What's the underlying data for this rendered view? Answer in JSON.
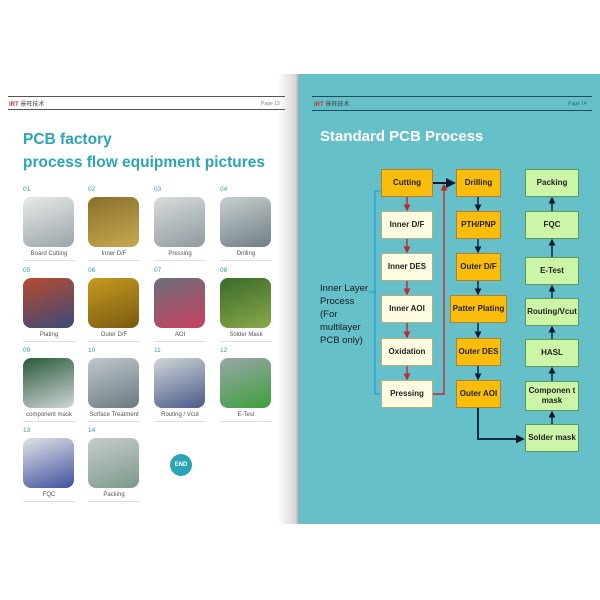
{
  "left_page": {
    "logo": {
      "brand": "IRT",
      "subtitle": "景旺技术"
    },
    "page_label": "Page 13",
    "title_line1": "PCB factory",
    "title_line2": "process flow equipment pictures",
    "tiles": [
      {
        "num": "01",
        "caption": "Board Cutting"
      },
      {
        "num": "02",
        "caption": "Inner D/F"
      },
      {
        "num": "03",
        "caption": "Pressing"
      },
      {
        "num": "04",
        "caption": "Drilling"
      },
      {
        "num": "05",
        "caption": "Plating"
      },
      {
        "num": "06",
        "caption": "Outer D/F"
      },
      {
        "num": "07",
        "caption": "AOI"
      },
      {
        "num": "08",
        "caption": "Solder Mask"
      },
      {
        "num": "09",
        "caption": "component mask"
      },
      {
        "num": "10",
        "caption": "Surface Treatment"
      },
      {
        "num": "11",
        "caption": "Routing / Vcut"
      },
      {
        "num": "12",
        "caption": "E-Test"
      },
      {
        "num": "13",
        "caption": "FQC"
      },
      {
        "num": "14",
        "caption": "Packing"
      }
    ],
    "end_label": "END"
  },
  "right_page": {
    "logo": {
      "brand": "IRT",
      "subtitle": "景旺技术"
    },
    "page_label": "Page 14",
    "title": "Standard PCB Process",
    "side_label": [
      "Inner Layer",
      "Process",
      "(For",
      "multilayer",
      "PCB only)"
    ],
    "colors": {
      "orange": "#fbbd0b",
      "cream": "#fefbe0",
      "green": "#ccf5a8",
      "teal": "#66c0ca",
      "red_arrow": "#c0282d",
      "dark_arrow": "#0a1a30",
      "bracket": "#1aa0e0"
    },
    "column1": [
      "Cutting",
      "Inner D/F",
      "Inner DES",
      "Inner AOI",
      "Oxidation",
      "Pressing"
    ],
    "column2": [
      "Drilling",
      "PTH/PNP",
      "Outer D/F",
      "Patter Plating",
      "Outer DES",
      "Outer AOI"
    ],
    "column3": [
      "Packing",
      "FQC",
      "E-Test",
      "Routing/Vcut",
      "HASL",
      "Componen t mask",
      "Solder mask"
    ]
  }
}
